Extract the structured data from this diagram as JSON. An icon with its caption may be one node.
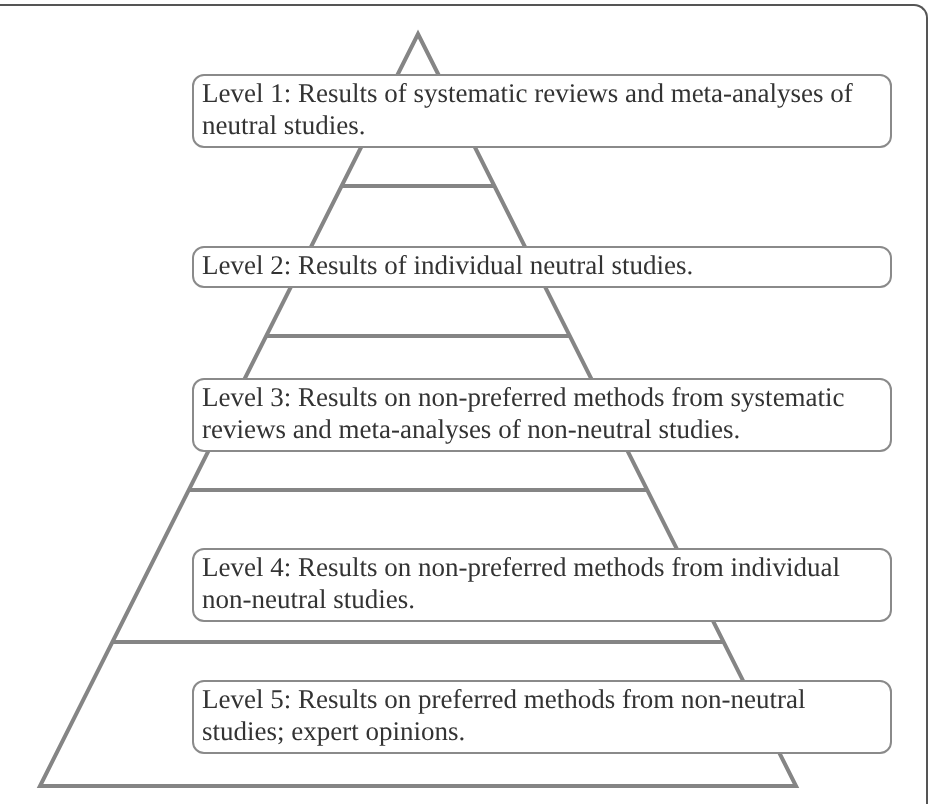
{
  "diagram": {
    "nodes": [
      {
        "text": [
          "Level 1: Results of systematic reviews and meta-analyses of neutral studies."
        ]
      },
      {
        "text": [
          "Level 2: Results of individual neutral studies."
        ]
      },
      {
        "text": [
          "Level 3: Results on non-preferred methods from systematic reviews and meta-analyses of non-neutral studies."
        ]
      },
      {
        "text": [
          "Level 4: Results on non-preferred methods from individual non-neutral studies."
        ]
      },
      {
        "text": [
          "Level 5: Results on preferred methods from non-neutral studies; expert opinions."
        ]
      }
    ]
  }
}
